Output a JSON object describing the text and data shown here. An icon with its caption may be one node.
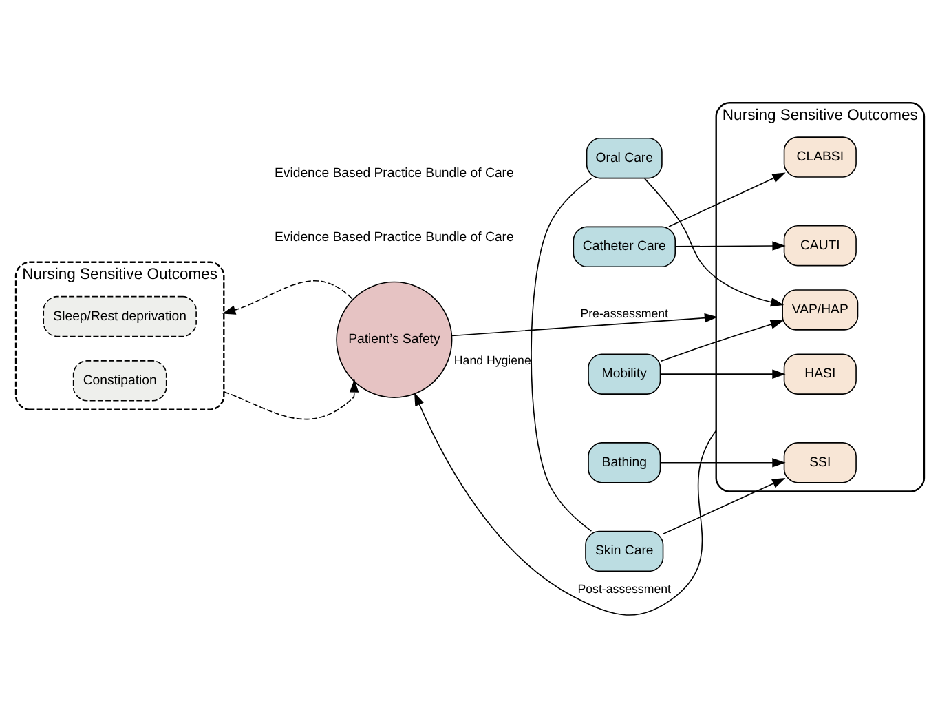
{
  "diagram": {
    "nodes": [
      {
        "text": [
          "Nursing Sensitive Outcomes"
        ]
      },
      {
        "text": [
          "Sleep/Rest deprivation"
        ],
        "in": 0
      },
      {
        "text": [
          "Constipation"
        ],
        "in": 0
      },
      {
        "text": [
          "Patient’s Safety"
        ]
      },
      {
        "text": [
          "Oral Care"
        ]
      },
      {
        "text": [
          "Catheter Care"
        ]
      },
      {
        "text": [
          "Mobility"
        ]
      },
      {
        "text": [
          "Bathing"
        ]
      },
      {
        "text": [
          "Skin Care"
        ]
      },
      {
        "text": [
          "Nursing Sensitive Outcomes"
        ]
      },
      {
        "text": [
          "VAP/HAP"
        ],
        "in": 9
      },
      {
        "text": [
          "CLABSI"
        ],
        "in": 9
      },
      {
        "text": [
          "CAUTI"
        ],
        "in": 9
      },
      {
        "text": [
          "SSI"
        ],
        "in": 9
      },
      {
        "text": [
          "HASI"
        ],
        "in": 9
      }
    ],
    "edges": [
      {
        "from": 3,
        "to": 0,
        "arrow": "to",
        "style": "dashed"
      },
      {
        "from": 3,
        "to": 9,
        "arrow": "to",
        "label": "Pre-assessment"
      },
      {
        "from": 0,
        "to": 3,
        "arrow": "to",
        "style": "dashed"
      },
      {
        "from": 9,
        "to": 3,
        "arrow": "to",
        "label": "Post-assessment"
      },
      {
        "from": 4,
        "to": 8,
        "arrow": "none",
        "label": "Hand Hygiene"
      },
      {
        "from": 4,
        "to": 10,
        "arrow": "to"
      },
      {
        "from": 5,
        "to": 11,
        "arrow": "to"
      },
      {
        "from": 5,
        "to": 12,
        "arrow": "to"
      },
      {
        "from": 6,
        "to": 10,
        "arrow": "to"
      },
      {
        "from": 6,
        "to": 14,
        "arrow": "to"
      },
      {
        "from": 7,
        "to": 13,
        "arrow": "to"
      },
      {
        "from": 8,
        "to": 13,
        "arrow": "to"
      }
    ],
    "labels": [
      "Evidence Based Practice Bundle of Care",
      "Evidence Based Practice Bundle of Care"
    ]
  }
}
